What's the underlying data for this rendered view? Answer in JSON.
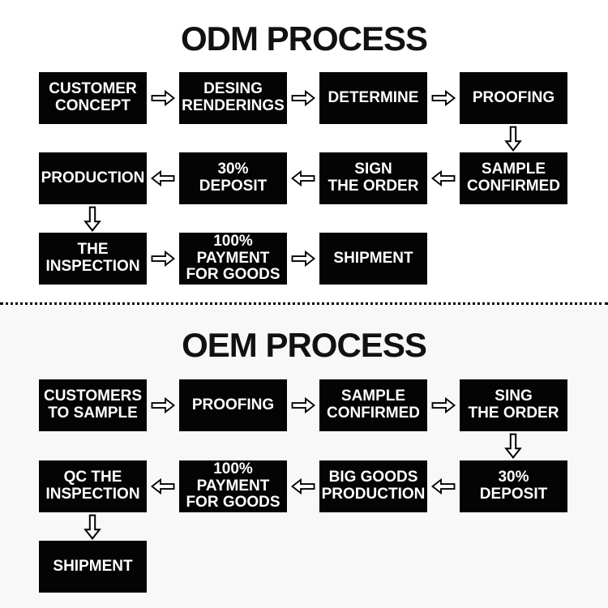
{
  "colors": {
    "box_background": "#040404",
    "box_text": "#ffffff",
    "title_text": "#111111",
    "oem_section_background": "#f8f8f8",
    "divider": "#000000"
  },
  "odm": {
    "title": "ODM PROCESS",
    "row1": [
      "CUSTOMER\nCONCEPT",
      "DESING\nRENDERINGS",
      "DETERMINE",
      "PROOFING"
    ],
    "row2": [
      "PRODUCTION",
      "30%\nDEPOSIT",
      "SIGN\nTHE ORDER",
      "SAMPLE\nCONFIRMED"
    ],
    "row3": [
      "THE\nINSPECTION",
      "100%\nPAYMENT\nFOR GOODS",
      "SHIPMENT"
    ]
  },
  "oem": {
    "title": "OEM PROCESS",
    "row1": [
      "CUSTOMERS\nTO SAMPLE",
      "PROOFING",
      "SAMPLE\nCONFIRMED",
      "SING\nTHE ORDER"
    ],
    "row2": [
      "QC THE\nINSPECTION",
      "100%\nPAYMENT\nFOR GOODS",
      "BIG GOODS\nPRODUCTION",
      "30%\nDEPOSIT"
    ],
    "row3": [
      "SHIPMENT"
    ]
  }
}
